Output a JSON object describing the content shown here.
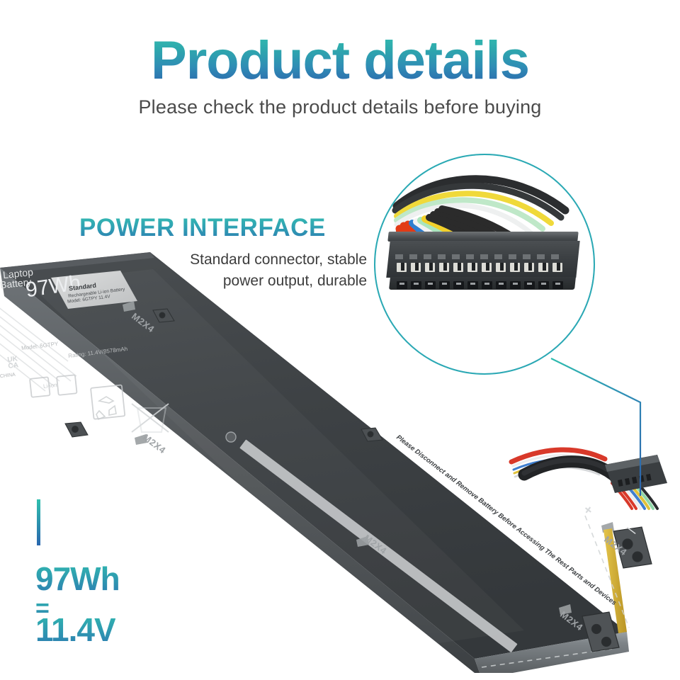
{
  "header": {
    "title": "Product details",
    "subtitle": "Please check the product details before buying",
    "title_gradient_from": "#33bdb0",
    "title_gradient_to": "#2b62ab"
  },
  "feature": {
    "heading": "POWER INTERFACE",
    "description_line1": "Standard connector, stable",
    "description_line2": "power output, durable"
  },
  "specs": {
    "capacity": "97Wh",
    "equals": "=",
    "voltage": "11.4V",
    "accent_from": "#31bcb0",
    "accent_to": "#2c79b1"
  },
  "magnifier": {
    "border_color": "#2aa9b4",
    "pin_count": 12,
    "wire_colors": [
      "#e23b16",
      "#e23b16",
      "#e23b16",
      "#2f7fd0",
      "#f2f2f2",
      "#a9e5bd",
      "#f2d02a",
      "#2b2b2b",
      "#2b2b2b",
      "#2b2b2b",
      "#2b2b2b"
    ],
    "upper_wire_colors": [
      "#2b2b2b",
      "#2b2b2b",
      "#f2d02a",
      "#a9e5bd",
      "#f2f2f2"
    ]
  },
  "battery": {
    "brand_line1": "Laptop",
    "brand_line2": "Battery",
    "capacity_big": "97Wh",
    "spec_line1": "Standard",
    "spec_line2": "Rechargeable Li-ion Battery",
    "spec_line3": "Model: 6GTPY   11.4V",
    "model_text": "Model: 6GTPY",
    "rating_text": "Rating: 11.4V/8578mAh",
    "cert_ukca": "UK CA",
    "cert_china": "CHINA",
    "liion_label": "Li-ion",
    "warning_text": "Please Disconnect and Remove Battery Before Accessing The Rest Parts and Devices",
    "screw_label": "M2X4",
    "polarity_plus": "+",
    "polarity_minus": "—",
    "body_color": "#3a3d40",
    "edge_color": "#8b9094",
    "tape_color": "#d8b63a"
  }
}
